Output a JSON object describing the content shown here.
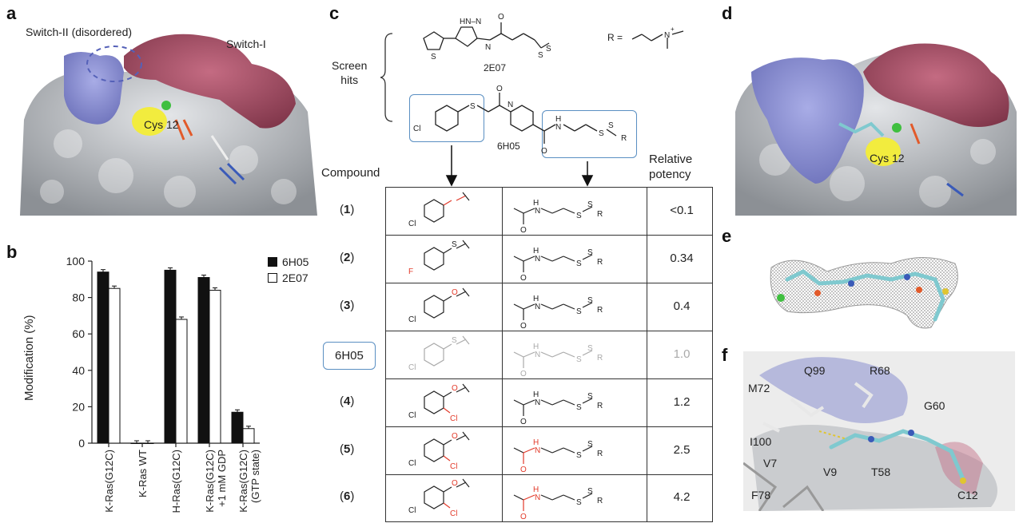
{
  "panels": {
    "a": {
      "letter": "a",
      "labels": {
        "switch2": "Switch-II (disordered)",
        "switch1": "Switch-I",
        "cys": "Cys 12"
      }
    },
    "b": {
      "letter": "b",
      "legend": [
        "6H05",
        "2E07"
      ]
    },
    "c": {
      "letter": "c",
      "screen_hits": "Screen\nhits",
      "compound_2e07": "2E07",
      "compound_6h05": "6H05",
      "r_def": "R =",
      "compound_header": "Compound",
      "potency_header": "Relative\npotency",
      "rows": [
        {
          "label": "(1)",
          "num": "1",
          "potency": "<0.1",
          "highlight": false
        },
        {
          "label": "(2)",
          "num": "2",
          "potency": "0.34",
          "highlight": false
        },
        {
          "label": "(3)",
          "num": "3",
          "potency": "0.4",
          "highlight": false
        },
        {
          "label": "6H05",
          "num": "",
          "potency": "1.0",
          "highlight": true
        },
        {
          "label": "(4)",
          "num": "4",
          "potency": "1.2",
          "highlight": false
        },
        {
          "label": "(5)",
          "num": "5",
          "potency": "2.5",
          "highlight": false
        },
        {
          "label": "(6)",
          "num": "6",
          "potency": "4.2",
          "highlight": false
        }
      ]
    },
    "d": {
      "letter": "d",
      "cys": "Cys 12"
    },
    "e": {
      "letter": "e"
    },
    "f": {
      "letter": "f",
      "residues": [
        "Q99",
        "R68",
        "M72",
        "G60",
        "I100",
        "V7",
        "V9",
        "T58",
        "F78",
        "C12"
      ]
    }
  },
  "chart_data": {
    "type": "bar",
    "ylabel": "Modification (%)",
    "ylim": [
      0,
      100
    ],
    "yticks": [
      0,
      20,
      40,
      60,
      80,
      100
    ],
    "categories": [
      "K-Ras(G12C)",
      "K-Ras WT",
      "H-Ras(G12C)",
      "K-Ras(G12C)\n+1 mM GDP",
      "K-Ras(G12C)\n(GTP state)"
    ],
    "series": [
      {
        "name": "6H05",
        "values": [
          94,
          0,
          95,
          91,
          17
        ],
        "color": "#111111"
      },
      {
        "name": "2E07",
        "values": [
          85,
          0,
          68,
          84,
          8
        ],
        "color": "#ffffff"
      }
    ],
    "legend": "top-right"
  },
  "colors": {
    "surface": "#b8bcc0",
    "switch1": "#a8546a",
    "switch2": "#8b8fd0",
    "cys": "#f2ec3e",
    "table_border": "#333333",
    "highlight_box": "#5a8fc2",
    "modified_red": "#e23a2a"
  }
}
